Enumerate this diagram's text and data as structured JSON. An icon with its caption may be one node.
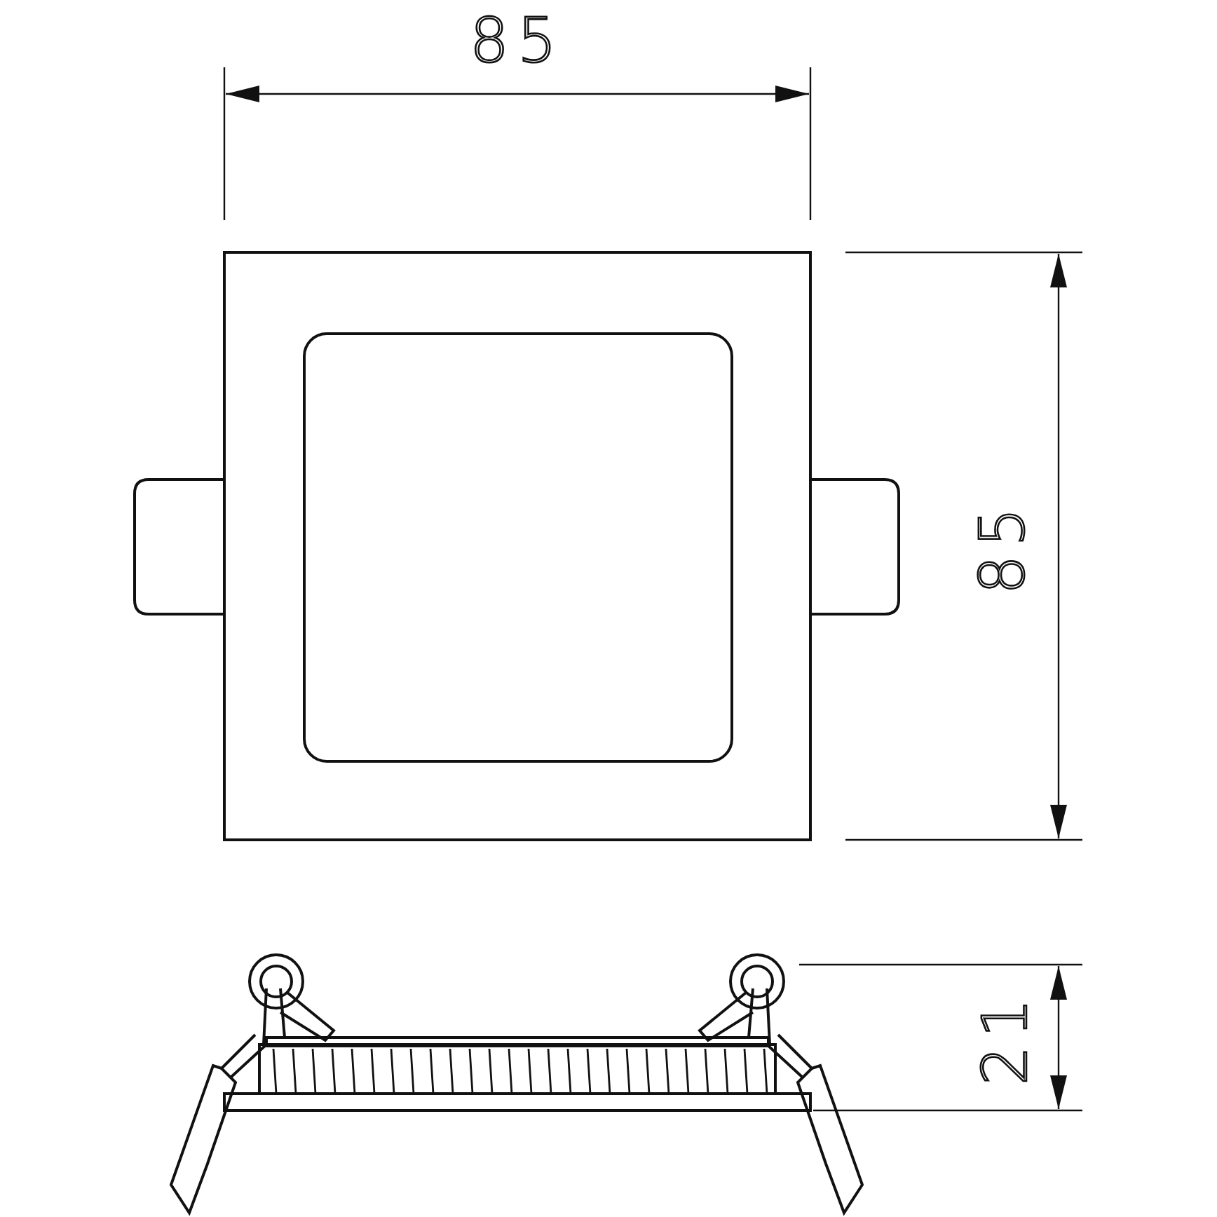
{
  "diagram": {
    "labels": [
      "85",
      "85",
      "21"
    ]
  }
}
